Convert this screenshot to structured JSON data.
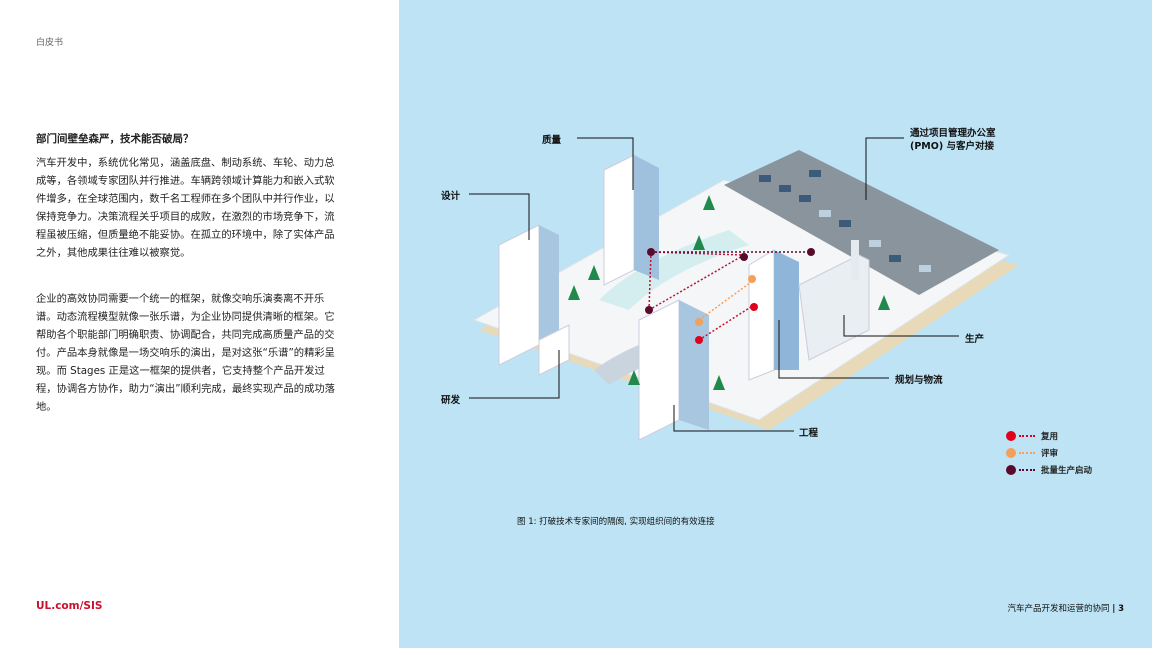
{
  "header": {
    "tag": "白皮书"
  },
  "article": {
    "heading": "部门间壁垒森严，技术能否破局？",
    "para1": "汽车开发中，系统优化常见，涵盖底盘、制动系统、车轮、动力总成等，各领域专家团队并行推进。车辆跨领域计算能力和嵌入式软件增多，在全球范围内，数千名工程师在多个团队中并行作业，以保持竞争力。决策流程关乎项目的成败，在激烈的市场竞争下，流程虽被压缩，但质量绝不能妥协。在孤立的环境中，除了实体产品之外，其他成果往往难以被察觉。",
    "para2": "企业的高效协同需要一个统一的框架，就像交响乐演奏离不开乐谱。动态流程模型就像一张乐谱，为企业协同提供清晰的框架。它帮助各个职能部门明确职责、协调配合，共同完成高质量产品的交付。产品本身就像是一场交响乐的演出，是对这张“乐谱”的精彩呈现。而 Stages 正是这一框架的提供者，它支持整个产品开发过程，协调各方协作，助力“演出”顺利完成，最终实现产品的成功落地。"
  },
  "footer": {
    "url": "UL.com/SIS",
    "doc_title": "汽车产品开发和运营的协同",
    "page": "3"
  },
  "figure": {
    "labels": {
      "quality": "质量",
      "pmo_line1": "通过项目管理办公室",
      "pmo_line2": "(PMO) 与客户对接",
      "design": "设计",
      "production": "生产",
      "planning": "规划与物流",
      "rd": "研发",
      "engineering": "工程"
    },
    "legend": [
      {
        "label": "复用",
        "color": "#e0001b"
      },
      {
        "label": "评审",
        "color": "#f5a05a"
      },
      {
        "label": "批量生产启动",
        "color": "#5a0a2a"
      }
    ],
    "caption": "图 1: 打破技术专家间的隔阂, 实现组织间的有效连接"
  }
}
